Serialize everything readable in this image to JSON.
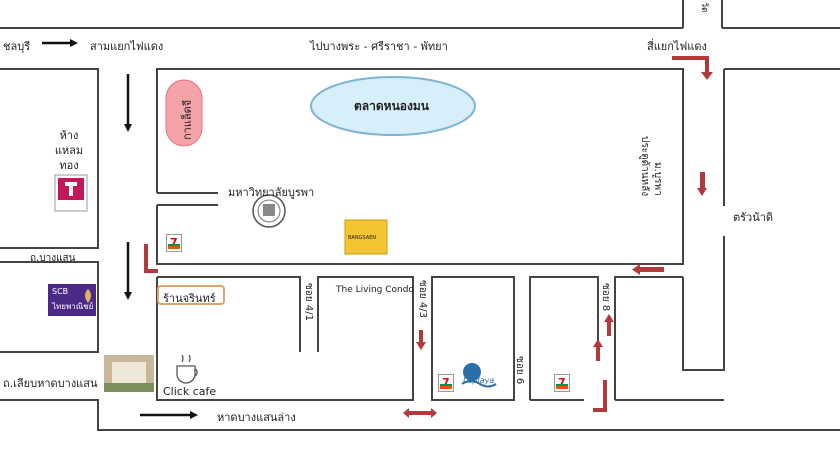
{
  "title_partial": "",
  "roads": {
    "top_left_dest": "ชลบุรี",
    "top_intersection_left": "สามแยกไฟแดง",
    "top_road": "ไปบางพระ - ศรีราชา - พัทยา",
    "top_intersection_right": "สี่แยกไฟแดง",
    "right_side_place": "ตรัวน้าดิ",
    "left_road": "ถ.บางแสน",
    "bottom_left_road": "ถ.เลียบหาดบางแสน",
    "bottom_road": "หาดบางแสนล่าง",
    "top_right_vertical": "วัด"
  },
  "places": {
    "market": "ตลาดหนองมน",
    "university": "มหาวิทยาลัยบูรพา",
    "cafe_left_top": "กาแล็ดจี",
    "mall": [
      "ห้าง",
      "แหลม",
      "ทอง"
    ],
    "mall_logo_text": "Laemthong",
    "bank_logo_line1": "SCB",
    "bank_logo_line2": "ไทยพาณิชย์",
    "back_gate": "ประตูด้านหลัง",
    "back_gate_sub": "ม.บูรพา",
    "shop": "ร้านจรินทร์",
    "click_cafe": "Click cafe",
    "condo": "The Living Condo",
    "laplaya": "Laplaya",
    "lane_4_1": "ซอย 4/1",
    "lane_4_3": "ซอย 4/3",
    "lane_6": "ซอย 6",
    "lane_8": "ซอย 8",
    "seven": "7",
    "yellow_sign": "BANGSAEN"
  },
  "colors": {
    "road_line": "#444444",
    "market_fill": "#d7eefb",
    "market_stroke": "#7fb3d5",
    "route_red": "#b33a3a",
    "black_arrow": "#111111"
  }
}
